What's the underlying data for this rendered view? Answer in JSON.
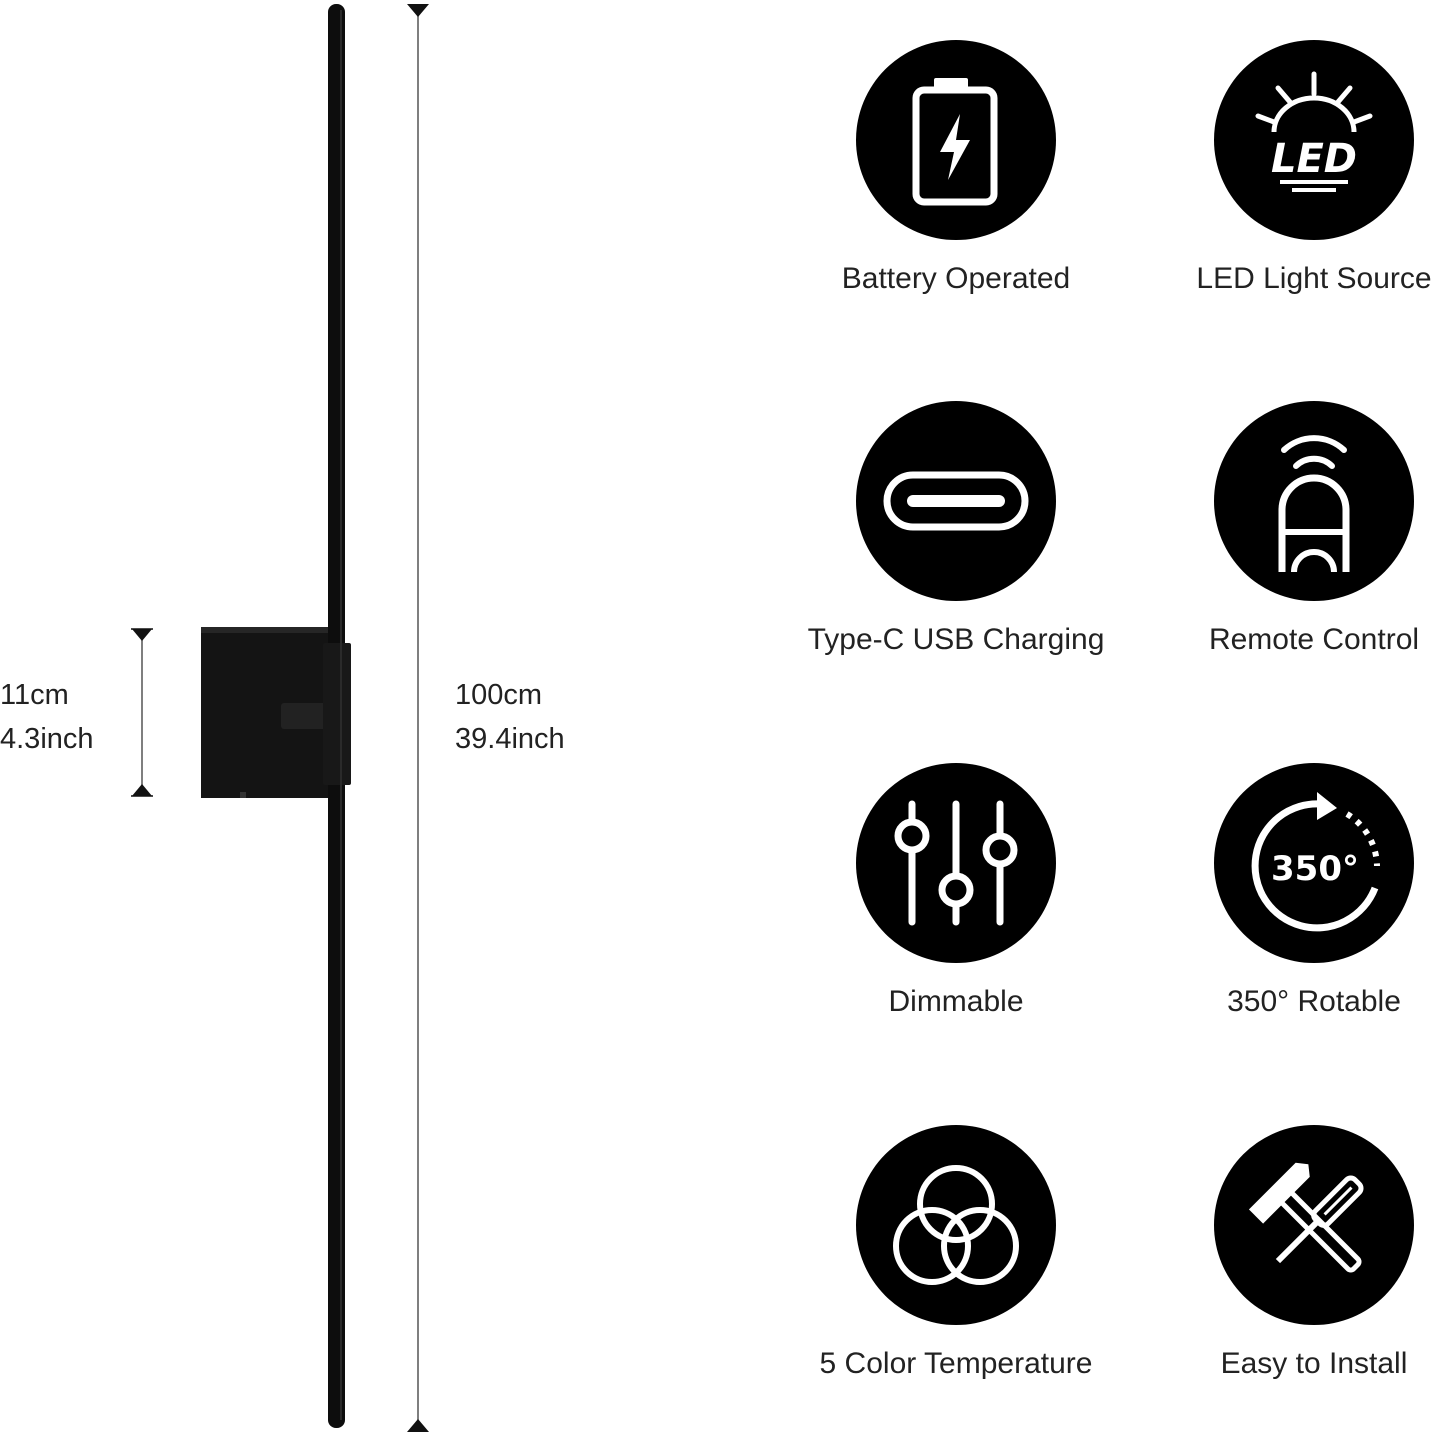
{
  "colors": {
    "background": "#ffffff",
    "lamp": "#0d0d0d",
    "icon_bg": "#000000",
    "icon_fg": "#ffffff",
    "text": "#222222"
  },
  "dimensions": {
    "height": {
      "metric": "100cm",
      "imperial": "39.4inch"
    },
    "mount": {
      "metric": "11cm",
      "imperial": "4.3inch"
    }
  },
  "features": [
    {
      "label": "Battery Operated",
      "icon": "battery-icon"
    },
    {
      "label": "LED Light Source",
      "icon": "led-icon"
    },
    {
      "label": "Type-C USB Charging",
      "icon": "usb-c-icon"
    },
    {
      "label": "Remote Control",
      "icon": "remote-icon"
    },
    {
      "label": "Dimmable",
      "icon": "sliders-icon"
    },
    {
      "label": "350° Rotable",
      "icon": "rotate-icon",
      "icon_text": "350°"
    },
    {
      "label": "5 Color Temperature",
      "icon": "color-circles-icon"
    },
    {
      "label": "Easy to Install",
      "icon": "tools-icon"
    }
  ]
}
